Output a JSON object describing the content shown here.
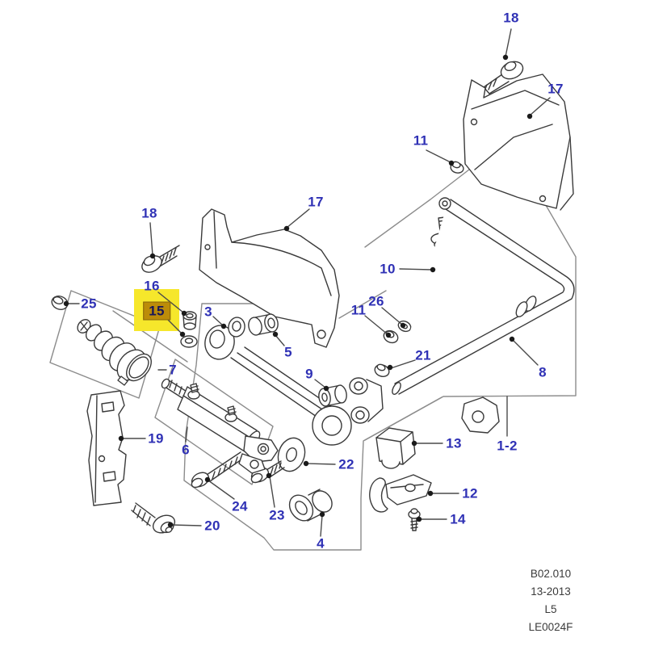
{
  "diagram": {
    "kind": "exploded-parts-diagram",
    "callout_color": "#2f31b5",
    "highlight_outer_color": "#f6e72b",
    "highlight_inner_color": "#bc8c09",
    "line_color": "#3a3a3a",
    "box_line_color": "#8c8c8c"
  },
  "callouts": [
    {
      "label": "18"
    },
    {
      "label": "17"
    },
    {
      "label": "11"
    },
    {
      "label": "17"
    },
    {
      "label": "18"
    },
    {
      "label": "10"
    },
    {
      "label": "16"
    },
    {
      "label": "25"
    },
    {
      "label": "15",
      "highlighted": true
    },
    {
      "label": "3"
    },
    {
      "label": "26"
    },
    {
      "label": "11"
    },
    {
      "label": "5"
    },
    {
      "label": "21"
    },
    {
      "label": "9"
    },
    {
      "label": "7"
    },
    {
      "label": "8"
    },
    {
      "label": "22"
    },
    {
      "label": "1-2"
    },
    {
      "label": "13"
    },
    {
      "label": "19"
    },
    {
      "label": "6"
    },
    {
      "label": "12"
    },
    {
      "label": "24"
    },
    {
      "label": "23"
    },
    {
      "label": "14"
    },
    {
      "label": "20"
    },
    {
      "label": "4"
    }
  ],
  "footer": {
    "lines": [
      "B02.010",
      "13-2013",
      "L5",
      "LE0024F"
    ]
  }
}
